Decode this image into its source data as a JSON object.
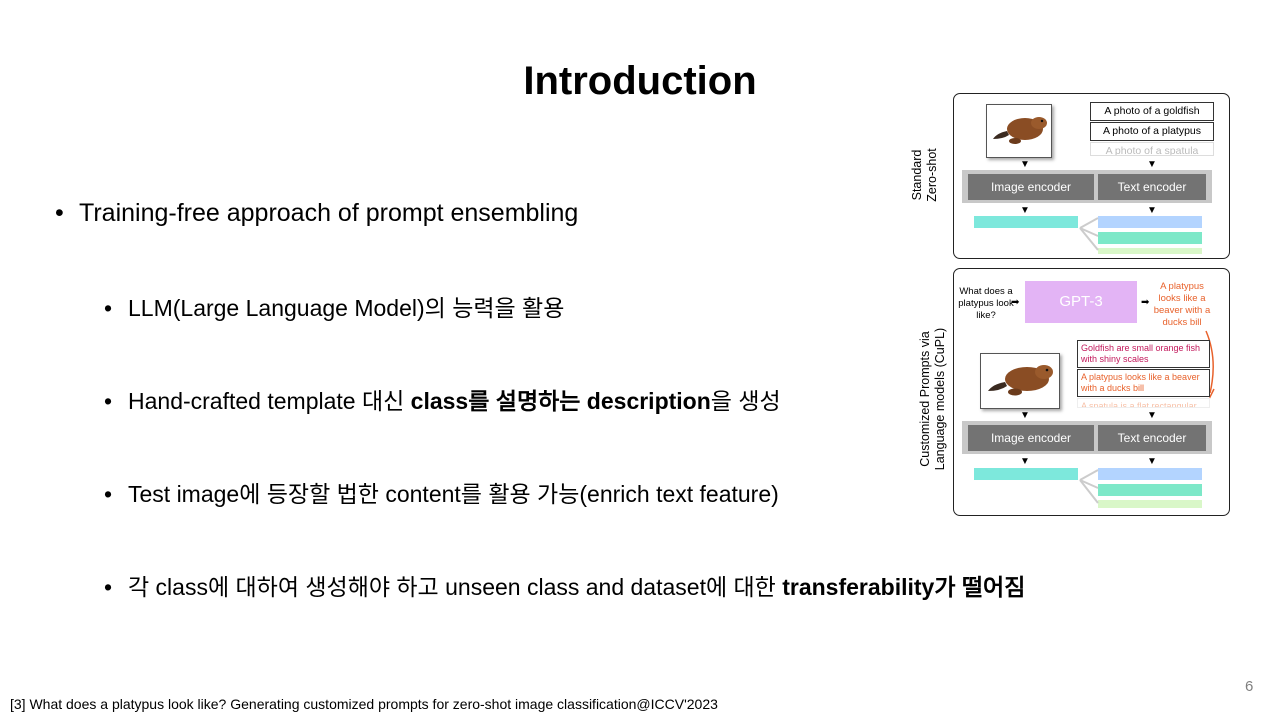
{
  "slide": {
    "title": "Introduction",
    "bullets": {
      "b1": "Training-free approach of prompt ensembling",
      "b2": "LLM(Large Language Model)의 능력을 활용",
      "b3_pre": "Hand-crafted template 대신 ",
      "b3_bold": "class를 설명하는 description",
      "b3_post": "을 생성",
      "b4": "Test image에 등장할 법한 content를 활용 가능(enrich text feature)",
      "b5_pre": "각 class에 대하여 생성해야 하고 unseen class and dataset에 대한 ",
      "b5_bold": "transferability가 떨어짐"
    },
    "footnote": "[3] What does a platypus look like? Generating customized prompts for zero-shot image classification@ICCV'2023",
    "page_number": "6"
  },
  "figure": {
    "top_panel": {
      "label_line1": "Standard",
      "label_line2": "Zero-shot",
      "prompts": [
        "A photo of a goldfish",
        "A photo of a platypus",
        "A photo of a spatula"
      ],
      "image_encoder": "Image encoder",
      "text_encoder": "Text encoder"
    },
    "bottom_panel": {
      "label_line1": "Customized Prompts via",
      "label_line2": "Language models (CuPL)",
      "question": "What does a platypus look like?",
      "gpt": "GPT-3",
      "answer": "A platypus looks like a beaver with a ducks bill",
      "descriptions": [
        "Goldfish are small orange fish with shiny scales",
        "A platypus looks like a beaver with a ducks bill",
        "A spatula is a flat rectangular"
      ],
      "image_encoder": "Image encoder",
      "text_encoder": "Text encoder"
    },
    "colors": {
      "image_feature": "#7de8dc",
      "text_feature_1": "#b3d4ff",
      "text_feature_2": "#7de8c8",
      "text_feature_3": "#d9f7c8",
      "gpt_box": "#e3b4f5",
      "answer_text": "#e8622c",
      "goldfish_text": "#c2185b"
    }
  }
}
